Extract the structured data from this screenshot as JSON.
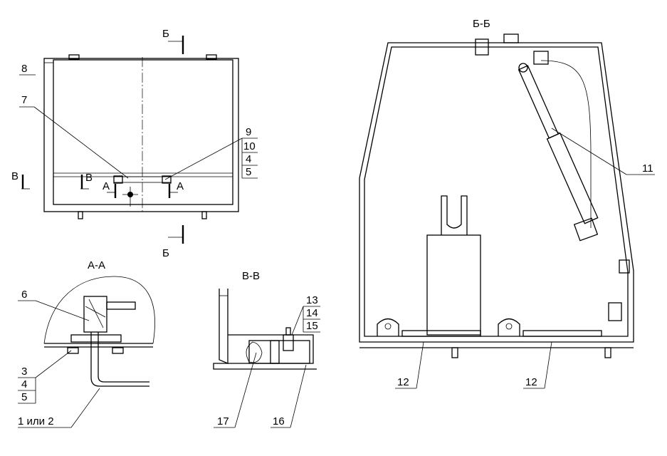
{
  "sections": {
    "bb_title": "Б-Б",
    "aa_title": "А-А",
    "vv_title": "В-В",
    "cut_b_top": "Б",
    "cut_b_bottom": "Б",
    "cut_v_left": "В",
    "cut_v_inner": "В",
    "cut_a_left": "А",
    "cut_a_right": "А"
  },
  "callouts": {
    "front": [
      "8",
      "7",
      "9",
      "10",
      "4",
      "5"
    ],
    "aa": [
      "6",
      "3",
      "4",
      "5",
      "1 или 2"
    ],
    "vv": [
      "13",
      "14",
      "15",
      "17",
      "16"
    ],
    "bb": [
      "11",
      "12",
      "12"
    ]
  }
}
